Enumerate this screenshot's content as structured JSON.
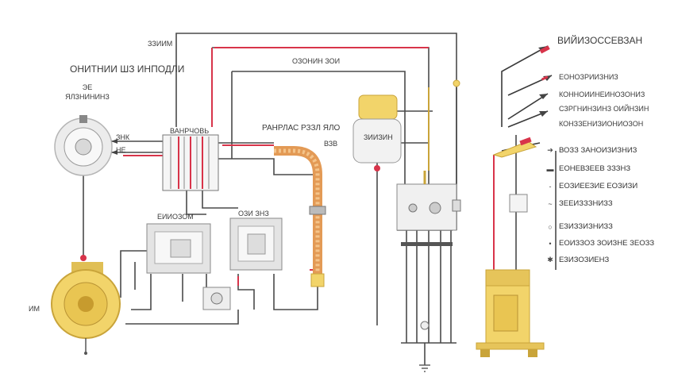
{
  "labels": {
    "top_wire": "ЗЗИИМ",
    "heading_left": "ОНИТНИИ ШЗ ИНПОДЛИ",
    "sensor_label": "ЭЕ\nЯЛЗНИНИНЗ",
    "unit_label": "ИМ",
    "block_label": "ВАНРЧОВЬ",
    "panel_title": "ЕИИОЗОМ",
    "panel2_title": "ОЗИ ЗНЗ",
    "arrow_left_1": "ЗНК",
    "arrow_left_2": "НЕ",
    "hose_label": "РАНРЛАС РЗЗЛ ЯЛО",
    "hose_label_2": "ВЗВ",
    "wire_label_top": "ОЗОНИН ЗОИ",
    "tank_label": "ЗИИЗИН",
    "right_heading": "ВИЙИЗОССЕВЗАН"
  },
  "legend_top": [
    {
      "icon": "arrow-icon",
      "label": "ЕОНОЗРИИЗНИЗ"
    },
    {
      "icon": "arrow-icon",
      "label": "КОННОИИНЕИНОЗОНИЗ"
    },
    {
      "icon": "arrow-icon",
      "label": "СЗРГНИНЗИНЗ ОИЙНЗИН"
    },
    {
      "icon": "arrow-icon",
      "label": "КОНЗЗЕНИЗИОНИОЗОН"
    }
  ],
  "legend_bottom": [
    {
      "icon": "arrow-icon",
      "label": "ВОЗЗ ЗАНОИЗИЗНИЗ"
    },
    {
      "icon": "line-icon",
      "label": "ЕОНЕВЗЕЕВ ЗЗЗНЗ"
    },
    {
      "icon": "dash-icon",
      "label": "ЕОЗИЕЕЗИЕ ЕОЗИЗИ"
    },
    {
      "icon": "wave-icon",
      "label": "ЗЕЕИЗЗЗНИЗЗ"
    },
    {
      "icon": "circle-icon",
      "label": "ЕЗИЗЗИЗНИЗЗ"
    },
    {
      "icon": "dot-icon",
      "label": "ЕОИЗЗОЗ ЗОИЗНЕ ЗЕОЗЗ"
    },
    {
      "icon": "star-icon",
      "label": "ЕЗИЗОЗИЕНЗ"
    }
  ],
  "colors": {
    "wire": "#444444",
    "hot_wire": "#d8344a",
    "tube": "#e39a55",
    "yellow": "#f2d46a",
    "yellow_dark": "#c9a43a",
    "body_grey": "#e8e8e8"
  }
}
